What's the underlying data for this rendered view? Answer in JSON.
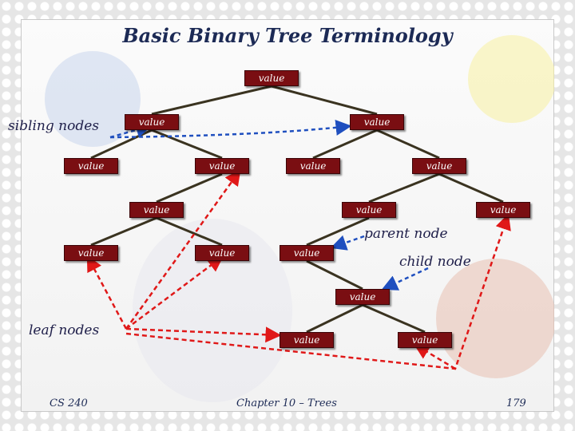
{
  "slide": {
    "title": "Basic Binary Tree Terminology",
    "footer_left": "CS 240",
    "footer_center": "Chapter 10 – Trees",
    "footer_right": "179"
  },
  "labels": {
    "sibling": "sibling nodes",
    "parent": "parent node",
    "child": "child node",
    "leaf": "leaf nodes"
  },
  "nodes": [
    {
      "id": "n0",
      "label": "value"
    },
    {
      "id": "n1",
      "label": "value"
    },
    {
      "id": "n2",
      "label": "value"
    },
    {
      "id": "n3",
      "label": "value"
    },
    {
      "id": "n4",
      "label": "value"
    },
    {
      "id": "n5",
      "label": "value"
    },
    {
      "id": "n6",
      "label": "value"
    },
    {
      "id": "n7",
      "label": "value"
    },
    {
      "id": "n8",
      "label": "value"
    },
    {
      "id": "n9",
      "label": "value"
    },
    {
      "id": "n10",
      "label": "value"
    },
    {
      "id": "n11",
      "label": "value"
    },
    {
      "id": "n12",
      "label": "value"
    },
    {
      "id": "n13",
      "label": "value"
    },
    {
      "id": "n14",
      "label": "value"
    },
    {
      "id": "n15",
      "label": "value"
    }
  ],
  "edges": [
    [
      "n0",
      "n1"
    ],
    [
      "n0",
      "n2"
    ],
    [
      "n1",
      "n3"
    ],
    [
      "n1",
      "n4"
    ],
    [
      "n2",
      "n5"
    ],
    [
      "n2",
      "n6"
    ],
    [
      "n4",
      "n7"
    ],
    [
      "n6",
      "n8"
    ],
    [
      "n6",
      "n9"
    ],
    [
      "n7",
      "n10"
    ],
    [
      "n7",
      "n11"
    ],
    [
      "n8",
      "n12"
    ],
    [
      "n12",
      "n13"
    ],
    [
      "n13",
      "n14"
    ],
    [
      "n13",
      "n15"
    ]
  ],
  "colors": {
    "node_fill": "#7a0e12",
    "edge": "#3a3320",
    "sibling_arrow": "#1f4fbf",
    "leaf_arrow": "#e01818",
    "title": "#1c2a55"
  }
}
